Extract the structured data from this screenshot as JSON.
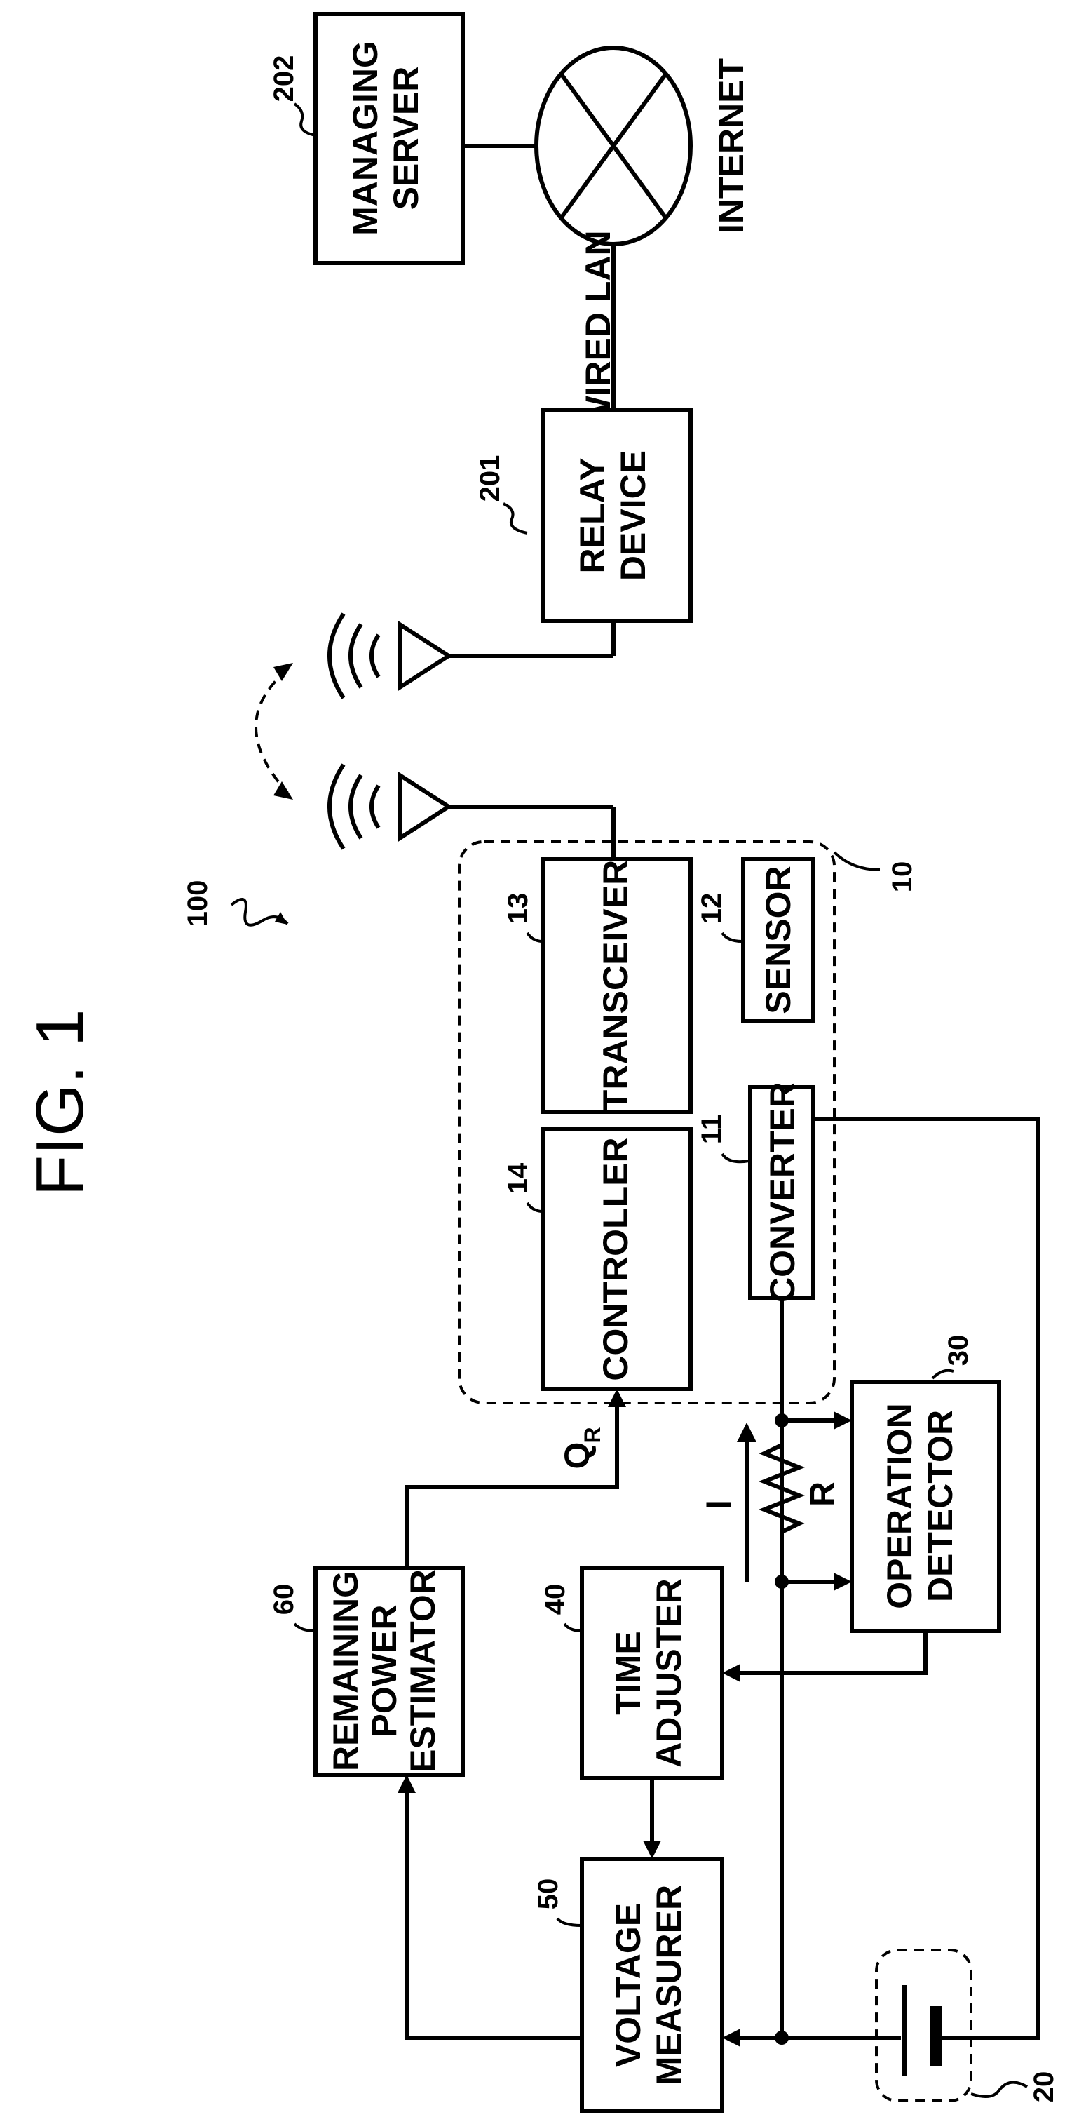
{
  "figure": {
    "title": "FIG. 1",
    "system_ref": "100"
  },
  "blocks": {
    "managing_server": {
      "line1": "MANAGING",
      "line2": "SERVER",
      "ref": "202"
    },
    "relay_device": {
      "line1": "RELAY",
      "line2": "DEVICE",
      "ref": "201"
    },
    "transceiver": {
      "label": "TRANSCEIVER",
      "ref": "13"
    },
    "sensor": {
      "label": "SENSOR",
      "ref": "12"
    },
    "controller": {
      "label": "CONTROLLER",
      "ref": "14"
    },
    "converter": {
      "label": "CONVERTER",
      "ref": "11"
    },
    "operation_detector": {
      "line1": "OPERATION",
      "line2": "DETECTOR",
      "ref": "30"
    },
    "remaining_power_estimator": {
      "line1": "REMAINING",
      "line2": "POWER",
      "line3": "ESTIMATOR",
      "ref": "60"
    },
    "time_adjuster": {
      "line1": "TIME",
      "line2": "ADJUSTER",
      "ref": "40"
    },
    "voltage_measurer": {
      "line1": "VOLTAGE",
      "line2": "MEASURER",
      "ref": "50"
    },
    "sensor_node": {
      "ref": "10"
    },
    "battery": {
      "ref": "20"
    }
  },
  "network": {
    "internet": "INTERNET",
    "wired_lan": "WIRED LAN"
  },
  "signals": {
    "current": "I",
    "resistor": "R",
    "q_main": "Q",
    "q_sub": "R"
  }
}
